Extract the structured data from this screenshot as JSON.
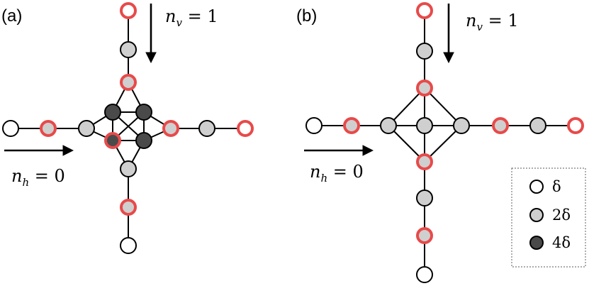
{
  "colors": {
    "white": "#ffffff",
    "light": "#cfcfcf",
    "dark": "#4a4a4a",
    "ring": "#e84a4a",
    "edge": "#000000"
  },
  "panels": [
    {
      "label": "(a)",
      "vertical_label": {
        "var": "n",
        "sub": "v",
        "rest": " = 1"
      },
      "horizontal_label": {
        "var": "n",
        "sub": "h",
        "rest": " = 0"
      }
    },
    {
      "label": "(b)",
      "vertical_label": {
        "var": "n",
        "sub": "v",
        "rest": " = 1"
      },
      "horizontal_label": {
        "var": "n",
        "sub": "h",
        "rest": " = 0"
      }
    }
  ],
  "legend": {
    "items": [
      {
        "fill": "white",
        "label": "δ"
      },
      {
        "fill": "light",
        "label": "2δ"
      },
      {
        "fill": "dark",
        "label": "4δ"
      }
    ]
  }
}
